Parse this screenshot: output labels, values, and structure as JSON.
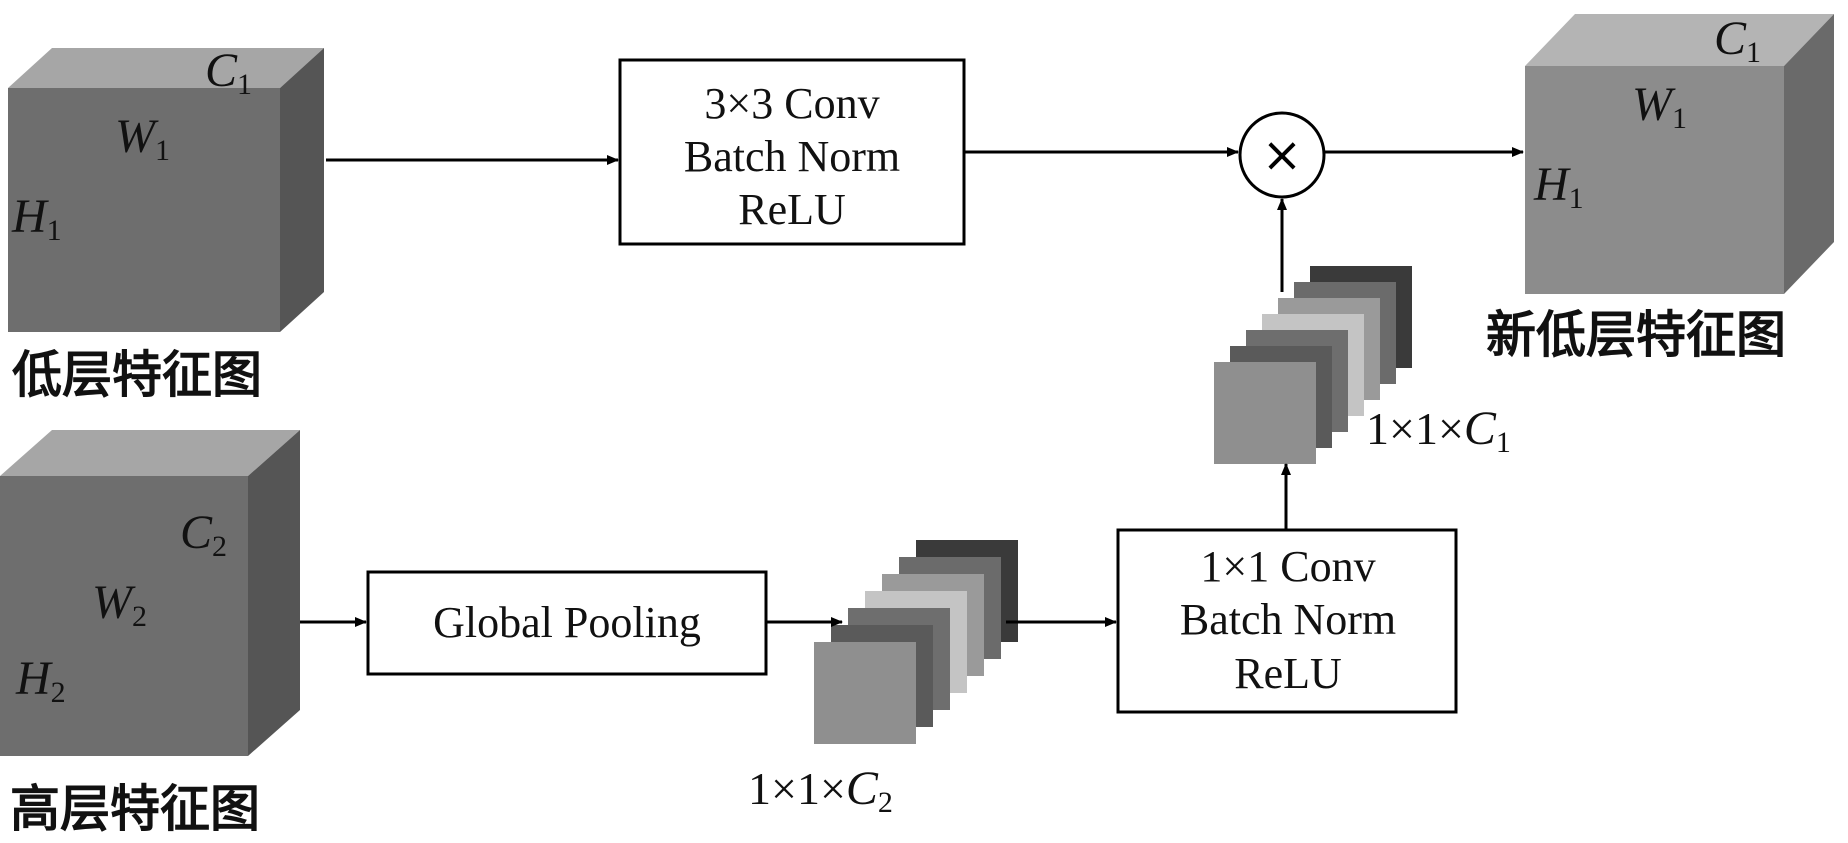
{
  "boxes": {
    "conv3x3": [
      "3×3 Conv",
      "Batch Norm",
      "ReLU"
    ],
    "global_pooling": "Global Pooling",
    "conv1x1": [
      "1×1 Conv",
      "Batch Norm",
      "ReLU"
    ]
  },
  "multiply_symbol": "×",
  "cubes": {
    "low": {
      "label": "低层特征图",
      "c": "C",
      "c_sub": "1",
      "w": "W",
      "w_sub": "1",
      "h": "H",
      "h_sub": "1"
    },
    "high": {
      "label": "高层特征图",
      "c": "C",
      "c_sub": "2",
      "w": "W",
      "w_sub": "2",
      "h": "H",
      "h_sub": "2"
    },
    "new_low": {
      "label": "新低层特征图",
      "c": "C",
      "c_sub": "1",
      "w": "W",
      "w_sub": "1",
      "h": "H",
      "h_sub": "1"
    }
  },
  "stacks": {
    "pooled": {
      "dims": "1×1×",
      "c": "C",
      "c_sub": "2"
    },
    "attention": {
      "dims": "1×1×",
      "c": "C",
      "c_sub": "1"
    }
  },
  "colors": {
    "cube_front": "#6e6e6e",
    "cube_top": "#a6a6a6",
    "cube_side": "#555555",
    "new_cube_front": "#8c8c8c",
    "new_cube_top": "#b4b4b4",
    "new_cube_side": "#6a6a6a",
    "stack_shades": [
      "#3a3a3a",
      "#6b6b6b",
      "#9a9a9a",
      "#c4c4c4",
      "#6e6e6e",
      "#5a5a5a",
      "#8f8f8f"
    ]
  }
}
